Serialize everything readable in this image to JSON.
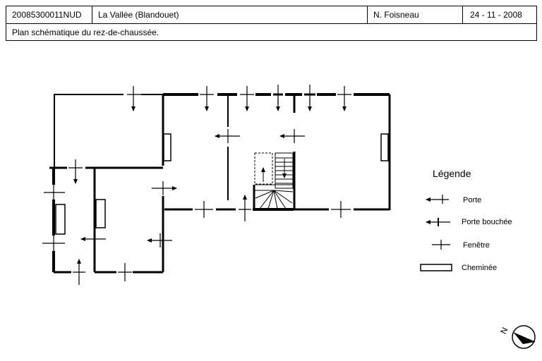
{
  "header": {
    "reference": "20085300011NUD",
    "location": "La Vallée (Blandouet)",
    "author": "N. Foisneau",
    "date": "24 - 11 - 2008",
    "caption": "Plan schématique du rez-de-chaussée."
  },
  "legend": {
    "title": "Légende",
    "items": [
      {
        "label": "Porte",
        "icon": "door-arrow-icon"
      },
      {
        "label": "Porte bouchée",
        "icon": "blocked-door-icon"
      },
      {
        "label": "Fenêtre",
        "icon": "window-cross-icon"
      },
      {
        "label": "Cheminée",
        "icon": "fireplace-rect-icon"
      }
    ]
  },
  "compass": {
    "label": "N",
    "icon": "north-arrow-icon"
  }
}
